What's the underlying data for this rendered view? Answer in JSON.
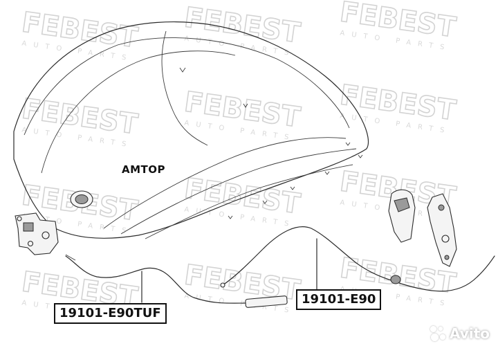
{
  "watermark": {
    "brand": "FEBEST",
    "subtitle": "AUTO PARTS",
    "color": "#d3d3d3"
  },
  "overlay_label": "AMTOP",
  "callouts": {
    "cable_front": "19101-E90TUF",
    "cable_rear": "19101-E90"
  },
  "marketplace": {
    "name": "Avito",
    "icon": "avito-logo-icon"
  }
}
